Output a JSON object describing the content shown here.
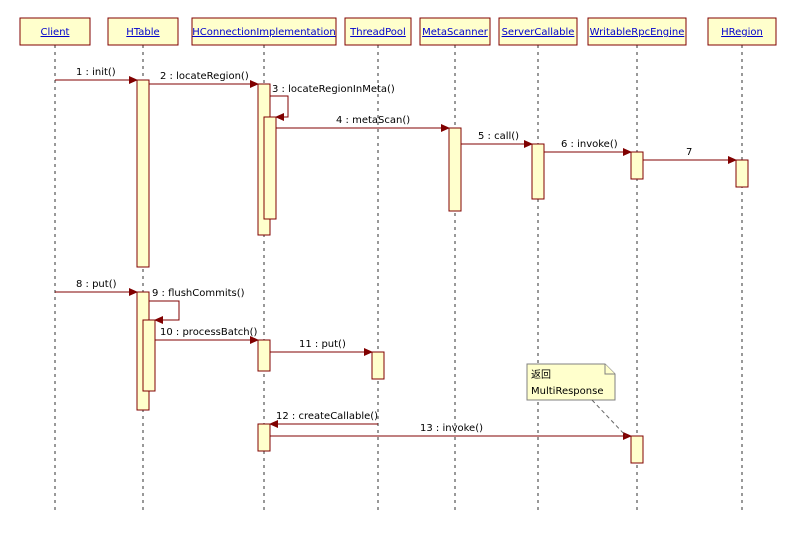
{
  "objects": [
    {
      "id": "client",
      "name": "Client"
    },
    {
      "id": "htable",
      "name": "HTable"
    },
    {
      "id": "hconn",
      "name": "HConnectionImplementation"
    },
    {
      "id": "threadpool",
      "name": "ThreadPool"
    },
    {
      "id": "metascanner",
      "name": "MetaScanner"
    },
    {
      "id": "servercallable",
      "name": "ServerCallable"
    },
    {
      "id": "writablerpc",
      "name": "WritableRpcEngine"
    },
    {
      "id": "hregion",
      "name": "HRegion"
    }
  ],
  "messages": [
    {
      "number": "1",
      "name": "init()",
      "label": "1 : init()"
    },
    {
      "number": "2",
      "name": "locateRegion()",
      "label": "2 : locateRegion()"
    },
    {
      "number": "3",
      "name": "locateRegionInMeta()",
      "label": "3 : locateRegionInMeta()"
    },
    {
      "number": "4",
      "name": "metaScan()",
      "label": "4 : metaScan()"
    },
    {
      "number": "5",
      "name": "call()",
      "label": "5 : call()"
    },
    {
      "number": "6",
      "name": "invoke()",
      "label": "6 : invoke()"
    },
    {
      "number": "7",
      "name": "",
      "label": "7"
    },
    {
      "number": "8",
      "name": "put()",
      "label": "8 : put()"
    },
    {
      "number": "9",
      "name": "flushCommits()",
      "label": "9 : flushCommits()"
    },
    {
      "number": "10",
      "name": "processBatch()",
      "label": "10 : processBatch()"
    },
    {
      "number": "11",
      "name": "put()",
      "label": "11 : put()"
    },
    {
      "number": "12",
      "name": "createCallable()",
      "label": "12 : createCallable()"
    },
    {
      "number": "13",
      "name": "invoke()",
      "label": "13 : invoke()"
    }
  ],
  "note": {
    "line1": "返回",
    "line2": "MultiResponse"
  },
  "colors": {
    "fill": "#ffffcc",
    "stroke": "#800000",
    "name_link": "#0000cc"
  }
}
